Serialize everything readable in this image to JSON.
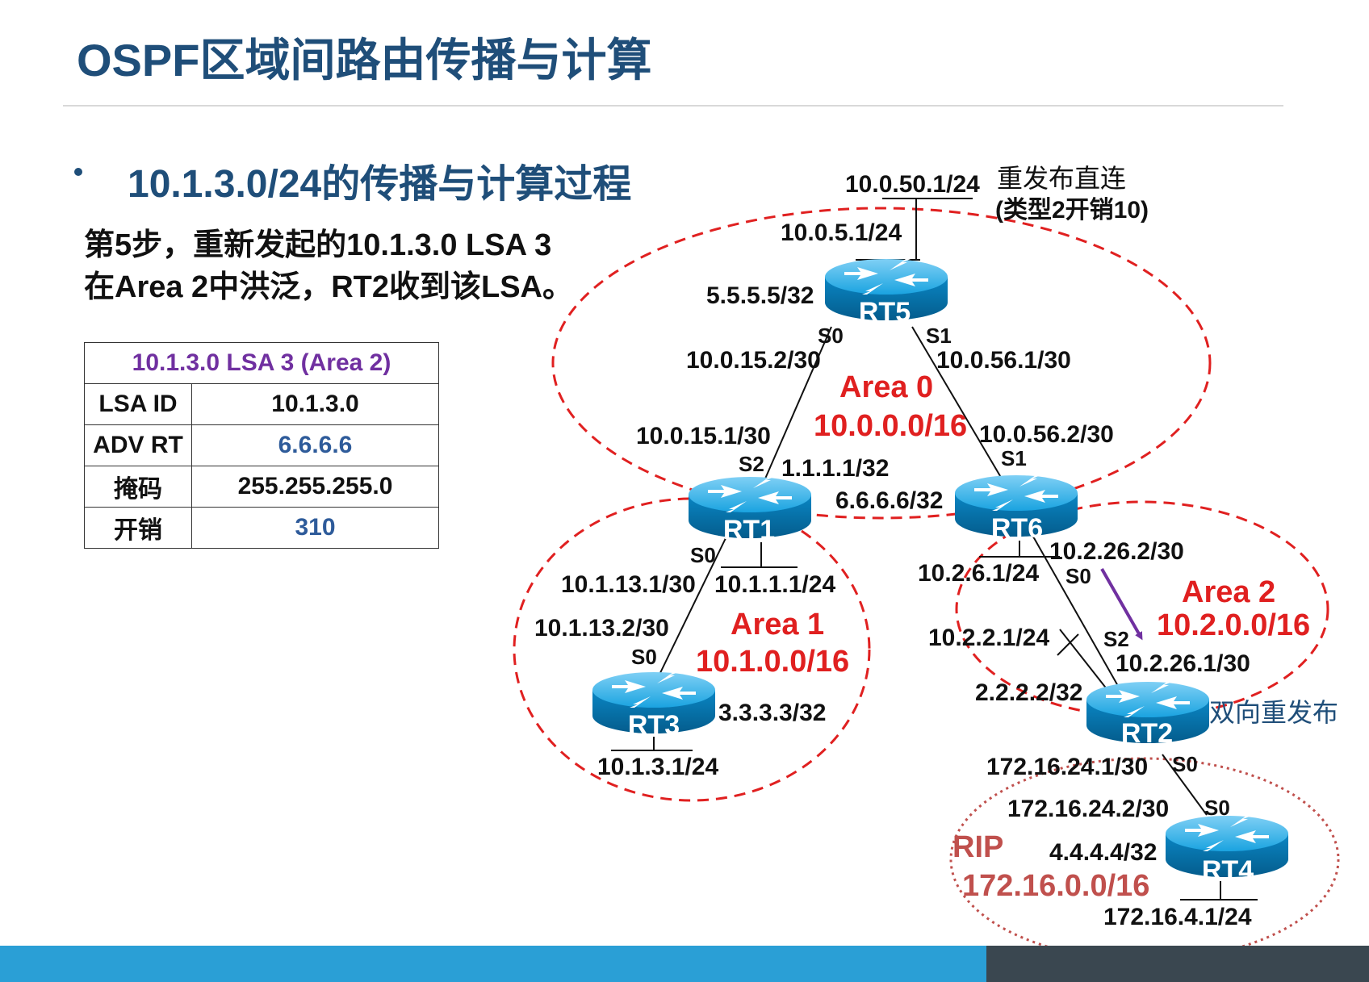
{
  "title": "OSPF区域间路由传播与计算",
  "heading": "10.1.3.0/24的传播与计算过程",
  "step_text": {
    "line1": "第5步，重新发起的10.1.3.0 LSA 3",
    "line2": "在Area 2中洪泛，RT2收到该LSA。"
  },
  "lsa_table": {
    "header": "10.1.3.0  LSA 3 (Area 2)",
    "rows": [
      {
        "key": "LSA ID",
        "value": "10.1.3.0"
      },
      {
        "key": "ADV RT",
        "value": "6.6.6.6"
      },
      {
        "key": "掩码",
        "value": "255.255.255.0"
      },
      {
        "key": "开销",
        "value": "310"
      }
    ]
  },
  "colors": {
    "title": "#1f4e79",
    "area_red": "#e02020",
    "rip_red": "#c0504d",
    "lsa_purple": "#7030a0",
    "router_blue": "#0a8fcf",
    "footer_blue": "#2a9fd6"
  },
  "routers": {
    "rt5": "RT5",
    "rt1": "RT1",
    "rt6": "RT6",
    "rt3": "RT3",
    "rt2": "RT2",
    "rt4": "RT4"
  },
  "areas": {
    "area0": {
      "name": "Area 0",
      "net": "10.0.0.0/16"
    },
    "area1": {
      "name": "Area 1",
      "net": "10.1.0.0/16"
    },
    "area2": {
      "name": "Area 2",
      "net": "10.2.0.0/16"
    },
    "rip": {
      "name": "RIP",
      "net": "172.16.0.0/16"
    }
  },
  "labels": {
    "rt5_lan": "10.0.50.1/24",
    "redist_line1": "重发布直连",
    "redist_line2": "(类型2开销10)",
    "rt5_lan2": "10.0.5.1/24",
    "rt5_loop": "5.5.5.5/32",
    "rt5_s0": "S0",
    "rt5_s1": "S1",
    "l_15_2": "10.0.15.2/30",
    "l_56_1": "10.0.56.1/30",
    "l_15_1": "10.0.15.1/30",
    "l_56_2": "10.0.56.2/30",
    "rt1_s2": "S2",
    "rt1_loop": "1.1.1.1/32",
    "rt6_s1": "S1",
    "rt6_loop": "6.6.6.6/32",
    "rt1_s0": "S0",
    "l_13_1": "10.1.13.1/30",
    "rt1_lan": "10.1.1.1/24",
    "l_13_2": "10.1.13.2/30",
    "rt3_s0": "S0",
    "rt3_loop": "3.3.3.3/32",
    "rt3_lan": "10.1.3.1/24",
    "rt6_lan": "10.2.6.1/24",
    "l_26_2": "10.2.26.2/30",
    "rt6_s0": "S0",
    "rt2_lan": "10.2.2.1/24",
    "rt2_s2": "S2",
    "l_26_1": "10.2.26.1/30",
    "rt2_loop": "2.2.2.2/32",
    "bidir": "双向重发布",
    "l_24_1": "172.16.24.1/30",
    "rt2_s0": "S0",
    "l_24_2": "172.16.24.2/30",
    "rt4_s0": "S0",
    "rt4_loop": "4.4.4.4/32",
    "rt4_lan": "172.16.4.1/24"
  }
}
